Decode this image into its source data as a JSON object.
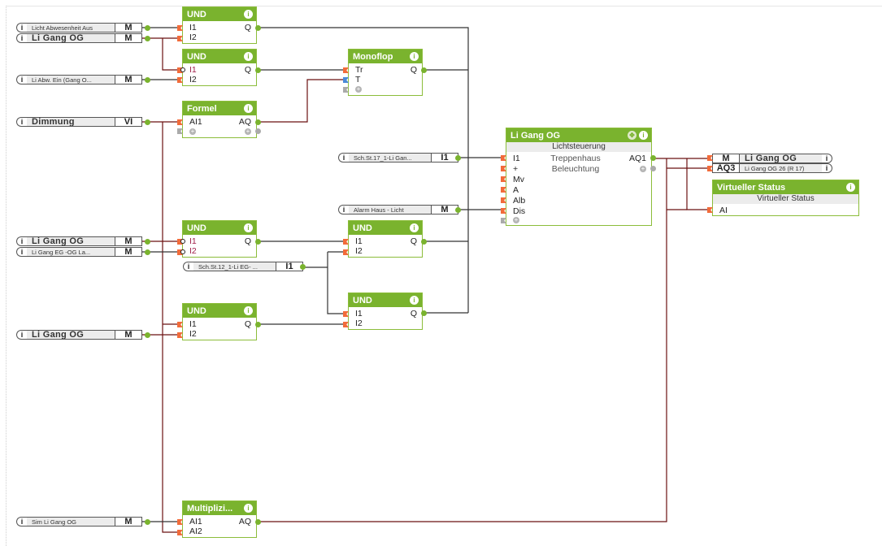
{
  "input_connectors": [
    {
      "id": "c1",
      "name": "Licht Abwesenheit Aus",
      "type": "M",
      "size": "small"
    },
    {
      "id": "c2",
      "name": "Li Gang OG",
      "type": "M",
      "size": "big"
    },
    {
      "id": "c3",
      "name": "Li Abw. Ein (Gang O...",
      "type": "M",
      "size": "small"
    },
    {
      "id": "c4",
      "name": "Dimmung",
      "type": "VI",
      "size": "big"
    },
    {
      "id": "c5",
      "name": "Sch.St.17_1-Li  Gan...",
      "type": "I1",
      "size": "small"
    },
    {
      "id": "c6",
      "name": "Alarm Haus - Licht",
      "type": "M",
      "size": "small"
    },
    {
      "id": "c7",
      "name": "Li Gang OG",
      "type": "M",
      "size": "big"
    },
    {
      "id": "c8",
      "name": "Li Gang  EG -OG La...",
      "type": "M",
      "size": "small"
    },
    {
      "id": "c9",
      "name": "Sch.St.12_1-Li  EG- ...",
      "type": "I1",
      "size": "small"
    },
    {
      "id": "c10",
      "name": "Li Gang OG",
      "type": "M",
      "size": "big"
    },
    {
      "id": "c11",
      "name": "Sim Li Gang OG",
      "type": "M",
      "size": "small"
    }
  ],
  "output_connectors": [
    {
      "id": "o1",
      "name": "Li Gang OG",
      "type": "M",
      "size": "big"
    },
    {
      "id": "o2",
      "name": "Li Gang OG 26 (R 17)",
      "type": "AQ3",
      "size": "small"
    }
  ],
  "info_glyph": "i",
  "blocks": {
    "und1": {
      "title": "UND",
      "inputs": [
        "I1",
        "I2"
      ],
      "outputs": [
        "Q"
      ]
    },
    "und2": {
      "title": "UND",
      "inputs": [
        "I1",
        "I2"
      ],
      "outputs": [
        "Q"
      ]
    },
    "formel": {
      "title": "Formel",
      "inputs": [
        "AI1"
      ],
      "outputs": [
        "AQ"
      ]
    },
    "monoflop": {
      "title": "Monoflop",
      "inputs": [
        "Tr",
        "T"
      ],
      "outputs": [
        "Q"
      ]
    },
    "ligang": {
      "title": "Li Gang OG",
      "subtitle": "Lichtsteuerung",
      "description": [
        "Treppenhaus",
        "Beleuchtung"
      ],
      "inputs": [
        "I1",
        "+",
        "Mv",
        "A",
        "Alb",
        "Dis"
      ],
      "outputs": [
        "AQ1"
      ]
    },
    "virtstatus": {
      "title": "Virtueller Status",
      "subtitle": "Virtueller Status",
      "inputs": [
        "AI"
      ]
    },
    "und3": {
      "title": "UND",
      "inputs": [
        "I1",
        "I2"
      ],
      "outputs": [
        "Q"
      ]
    },
    "und4": {
      "title": "UND",
      "inputs": [
        "I1",
        "I2"
      ],
      "outputs": [
        "Q"
      ]
    },
    "und5": {
      "title": "UND",
      "inputs": [
        "I1",
        "I2"
      ],
      "outputs": [
        "Q"
      ]
    },
    "und6": {
      "title": "UND",
      "inputs": [
        "I1",
        "I2"
      ],
      "outputs": [
        "Q"
      ]
    },
    "multi": {
      "title": "Multiplizi...",
      "inputs": [
        "AI1",
        "AI2"
      ],
      "outputs": [
        "AQ"
      ]
    }
  },
  "colors": {
    "block_green": "#7ab32e",
    "wire_dark": "#333333",
    "wire_red": "#6b1010",
    "input_pin": "#f26b3a",
    "param_pin": "#4a8ad8"
  }
}
